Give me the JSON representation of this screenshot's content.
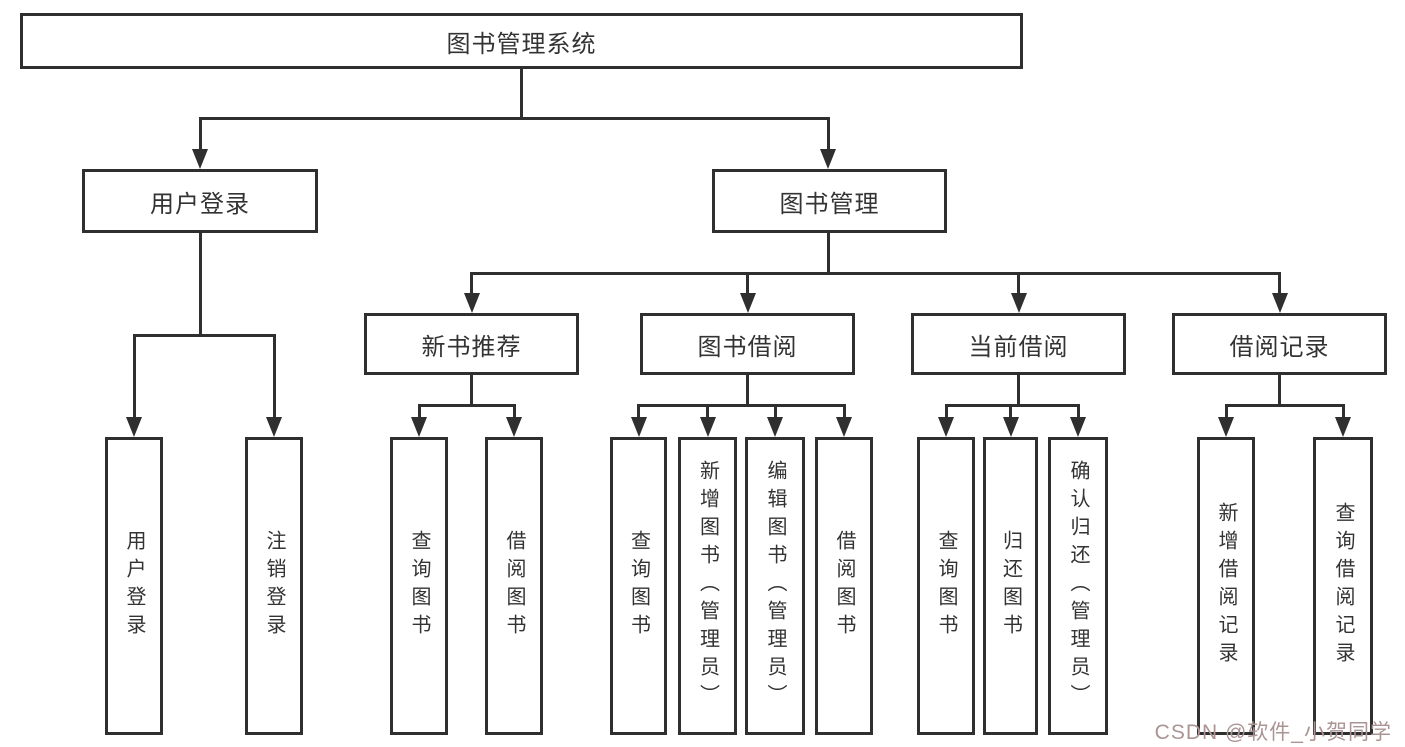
{
  "diagram": {
    "type": "tree",
    "title": "图书管理系统",
    "colors": {
      "line": "#2f2f2f",
      "box_border": "#2f2f2f",
      "box_fill": "#ffffff",
      "text": "#333333",
      "background": "#ffffff",
      "watermark": "#ab9494"
    },
    "root": {
      "label": "图书管理系统"
    },
    "level2": [
      {
        "id": "user-login",
        "label": "用户登录",
        "parent": "图书管理系统"
      },
      {
        "id": "book-management",
        "label": "图书管理",
        "parent": "图书管理系统"
      }
    ],
    "level3": [
      {
        "id": "new-book-recommend",
        "label": "新书推荐",
        "parent": "图书管理"
      },
      {
        "id": "book-borrow",
        "label": "图书借阅",
        "parent": "图书管理"
      },
      {
        "id": "current-borrow",
        "label": "当前借阅",
        "parent": "图书管理"
      },
      {
        "id": "borrow-record",
        "label": "借阅记录",
        "parent": "图书管理"
      }
    ],
    "leaves": [
      {
        "label": "用户登录",
        "parent": "用户登录"
      },
      {
        "label": "注销登录",
        "parent": "用户登录"
      },
      {
        "label": "查询图书",
        "parent": "新书推荐"
      },
      {
        "label": "借阅图书",
        "parent": "新书推荐"
      },
      {
        "label": "查询图书",
        "parent": "图书借阅"
      },
      {
        "label": "新增图书（管理员）",
        "parent": "图书借阅"
      },
      {
        "label": "编辑图书（管理员）",
        "parent": "图书借阅"
      },
      {
        "label": "借阅图书",
        "parent": "图书借阅"
      },
      {
        "label": "查询图书",
        "parent": "当前借阅"
      },
      {
        "label": "归还图书",
        "parent": "当前借阅"
      },
      {
        "label": "确认归还（管理员）",
        "parent": "当前借阅"
      },
      {
        "label": "新增借阅记录",
        "parent": "借阅记录"
      },
      {
        "label": "查询借阅记录",
        "parent": "借阅记录"
      }
    ]
  },
  "watermark": {
    "text": "CSDN @软件_小贺同学"
  }
}
